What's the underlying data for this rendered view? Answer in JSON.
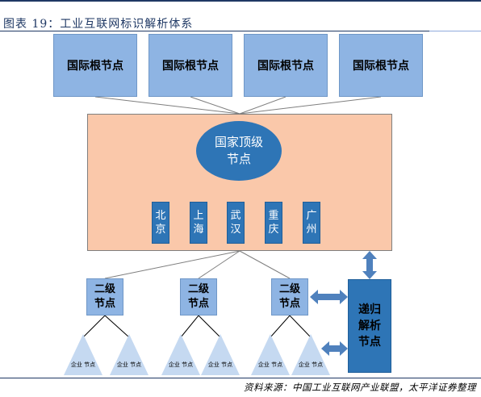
{
  "caption": "图表 19：工业互联网标识解析体系",
  "root_nodes": [
    "国际根节点",
    "国际根节点",
    "国际根节点",
    "国际根节点"
  ],
  "national_node": "国家顶级节点",
  "cities": [
    "北京",
    "上海",
    "武汉",
    "重庆",
    "广州"
  ],
  "secondary_nodes": [
    "二级节点",
    "二级节点",
    "二级节点"
  ],
  "recursive_node": "递归解析节点",
  "enterprise_nodes": [
    "企业节点",
    "企业节点",
    "企业节点",
    "企业节点",
    "企业节点",
    "企业节点"
  ],
  "source": "资料来源：中国工业互联网产业联盟，太平洋证券整理",
  "colors": {
    "root_fill": "#8eb4e3",
    "national_bg": "#fac8aa",
    "node_blue": "#2e75b6",
    "triangle_fill": "#c5d9f1",
    "arrow_fill": "#4f81bd"
  }
}
